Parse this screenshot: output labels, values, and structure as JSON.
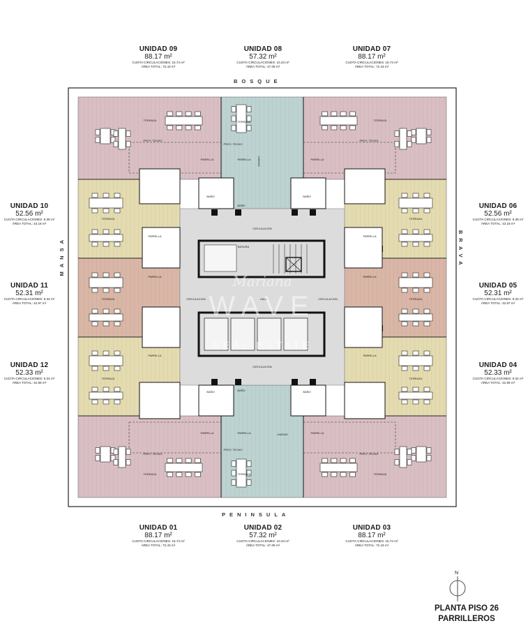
{
  "streets": {
    "top": "BOSQUE",
    "bottom": "PENINSULA",
    "left": "MANSA",
    "right": "BRAVA"
  },
  "units": [
    {
      "key": "u09",
      "name": "UNIDAD 09",
      "area": "88.17 m²",
      "cuota": "CUOTA CIRCULACIONES: 15.74 m²",
      "total": "ÁREA TOTAL: 72.43 m²"
    },
    {
      "key": "u08",
      "name": "UNIDAD 08",
      "area": "57.32 m²",
      "cuota": "CUOTA CIRCULACIONES: 10.23 m²",
      "total": "ÁREA TOTAL: 47.09 m²"
    },
    {
      "key": "u07",
      "name": "UNIDAD 07",
      "area": "88.17 m²",
      "cuota": "CUOTA CIRCULACIONES: 15.74 m²",
      "total": "ÁREA TOTAL: 72.43 m²"
    },
    {
      "key": "u10",
      "name": "UNIDAD 10",
      "area": "52.56 m²",
      "cuota": "CUOTA CIRCULACIONES: 9.38 m²",
      "total": "ÁREA TOTAL: 43.18 m²"
    },
    {
      "key": "u06",
      "name": "UNIDAD 06",
      "area": "52.56 m²",
      "cuota": "CUOTA CIRCULACIONES: 9.38 m²",
      "total": "ÁREA TOTAL: 43.18 m²"
    },
    {
      "key": "u11",
      "name": "UNIDAD 11",
      "area": "52.31 m²",
      "cuota": "CUOTA CIRCULACIONES: 9.34 m²",
      "total": "ÁREA TOTAL: 42.97 m²"
    },
    {
      "key": "u05",
      "name": "UNIDAD 05",
      "area": "52.31 m²",
      "cuota": "CUOTA CIRCULACIONES: 9.34 m²",
      "total": "ÁREA TOTAL: 42.97 m²"
    },
    {
      "key": "u12",
      "name": "UNIDAD 12",
      "area": "52.33 m²",
      "cuota": "CUOTA CIRCULACIONES: 9.34 m²",
      "total": "ÁREA TOTAL: 42.99 m²"
    },
    {
      "key": "u04",
      "name": "UNIDAD 04",
      "area": "52.33 m²",
      "cuota": "CUOTA CIRCULACIONES: 9.34 m²",
      "total": "ÁREA TOTAL: 42.99 m²"
    },
    {
      "key": "u01",
      "name": "UNIDAD 01",
      "area": "88.17 m²",
      "cuota": "CUOTA CIRCULACIONES: 15.74 m²",
      "total": "ÁREA TOTAL: 72.43 m²"
    },
    {
      "key": "u02",
      "name": "UNIDAD 02",
      "area": "57.32 m²",
      "cuota": "CUOTA CIRCULACIONES: 10.23 m²",
      "total": "ÁREA TOTAL: 47.09 m²"
    },
    {
      "key": "u03",
      "name": "UNIDAD 03",
      "area": "88.17 m²",
      "cuota": "CUOTA CIRCULACIONES: 15.74 m²",
      "total": "ÁREA TOTAL: 72.43 m²"
    }
  ],
  "plan_labels": {
    "terraza": "TERRAZA",
    "proy_techo": "PROY. TECHO",
    "parrilla": "PARRILLA",
    "bano": "BAÑO",
    "circulacion": "CIRCULACION",
    "basura": "BASURA",
    "hall": "HALL",
    "unidad": "UNIDAD"
  },
  "watermark": {
    "script": "Mariana",
    "word": "WAVE",
    "sub": "REAL ESTATE"
  },
  "title": {
    "line1": "PLANTA PISO 26",
    "line2": "PARRILLEROS"
  },
  "north": {
    "letter": "N"
  },
  "colors": {
    "pink": "#d9bfc3",
    "yellow": "#e4dcb0",
    "blue": "#bcd3d2",
    "salmon": "#d9b6a6",
    "core": "#dcdcdc",
    "wall": "#111111"
  }
}
